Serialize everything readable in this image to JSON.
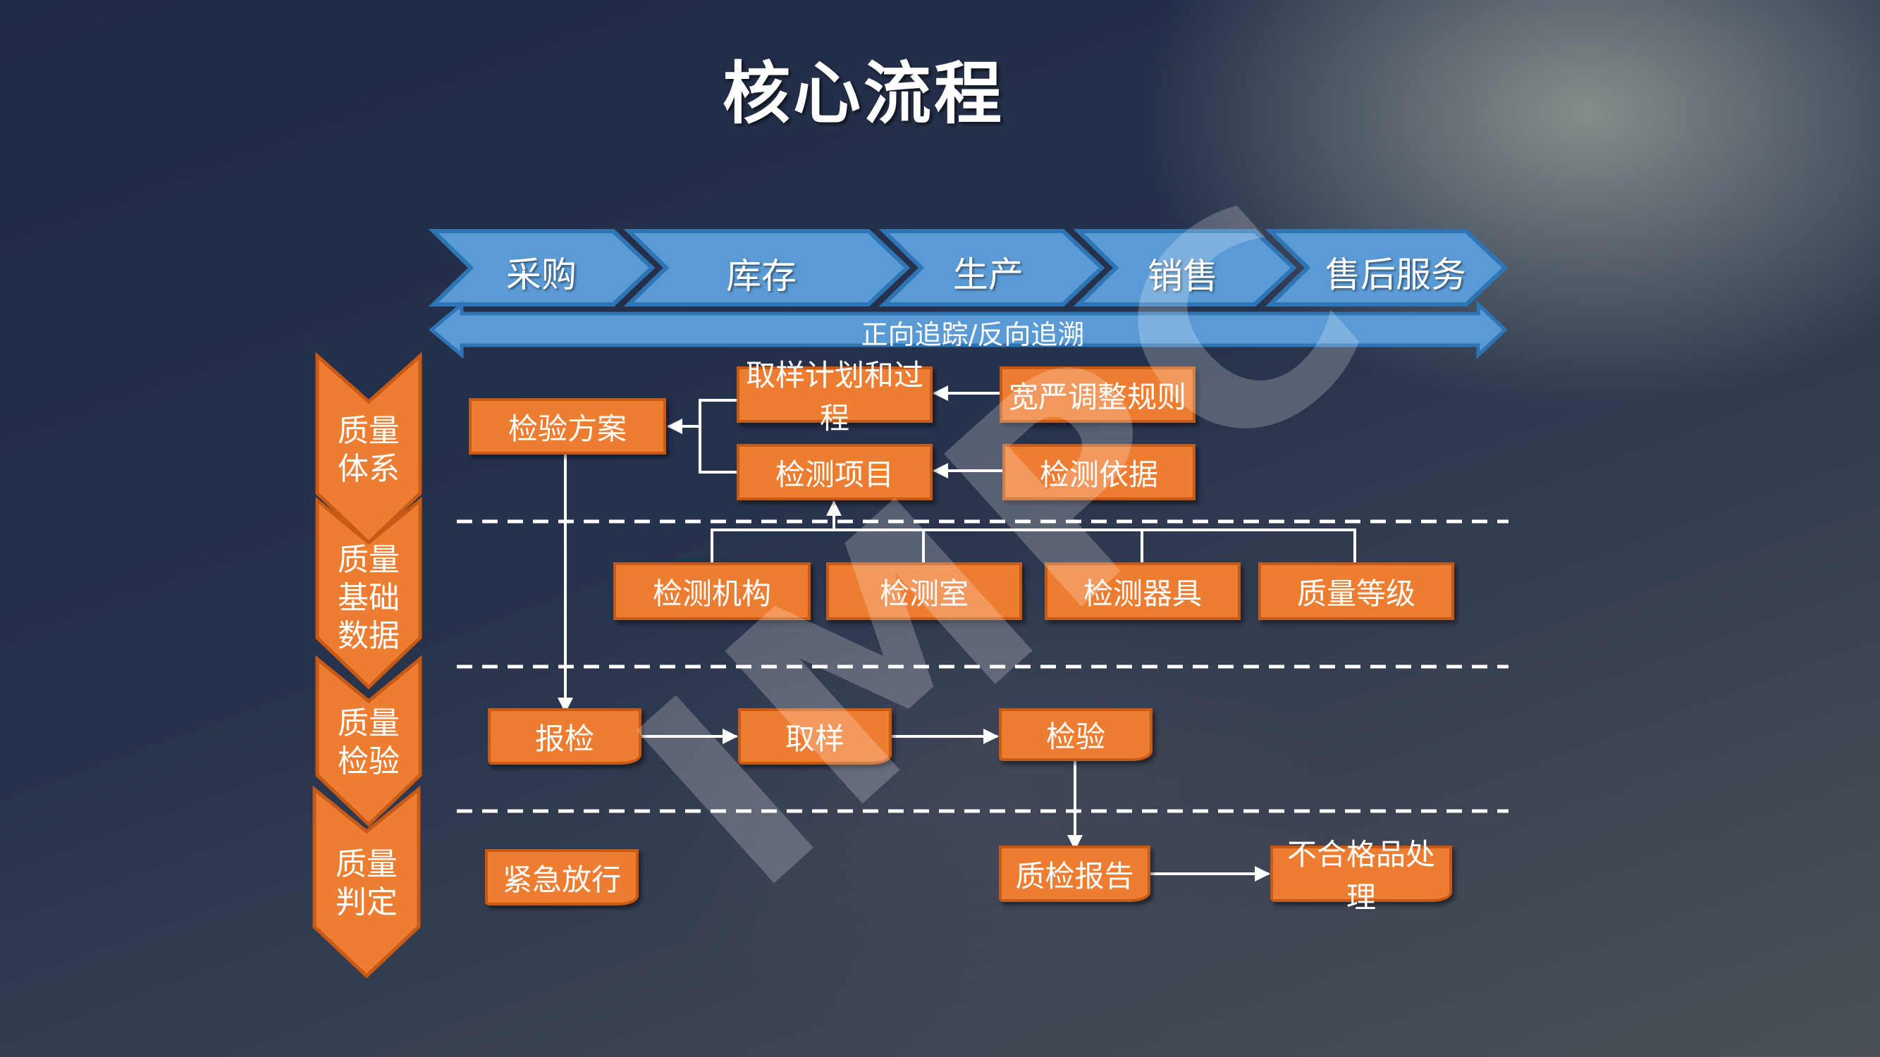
{
  "title": "核心流程",
  "watermark": "IMPC",
  "stages": [
    "采购",
    "库存",
    "生产",
    "销售",
    "售后服务"
  ],
  "trace_arrow": "正向追踪/反向追溯",
  "side_sections": [
    "质量\n体系",
    "质量\n基础\n数据",
    "质量\n检验",
    "质量\n判定"
  ],
  "boxes": {
    "inspection_plan": "检验方案",
    "sampling_plan": "取样计划和过程",
    "tolerance_rules": "宽严调整规则",
    "test_items": "检测项目",
    "test_basis": "检测依据",
    "test_org": "检测机构",
    "test_lab": "检测室",
    "test_equipment": "检测器具",
    "quality_grade": "质量等级",
    "apply_inspection": "报检",
    "sampling": "取样",
    "inspection": "检验",
    "emergency_release": "紧急放行",
    "qc_report": "质检报告",
    "nonconforming": "不合格品处理"
  },
  "colors": {
    "process_blue": "#5b9bd5",
    "process_border": "#2e75b6",
    "box_orange": "#ed7d31",
    "box_border": "#c65a16",
    "line": "#ffffff"
  }
}
